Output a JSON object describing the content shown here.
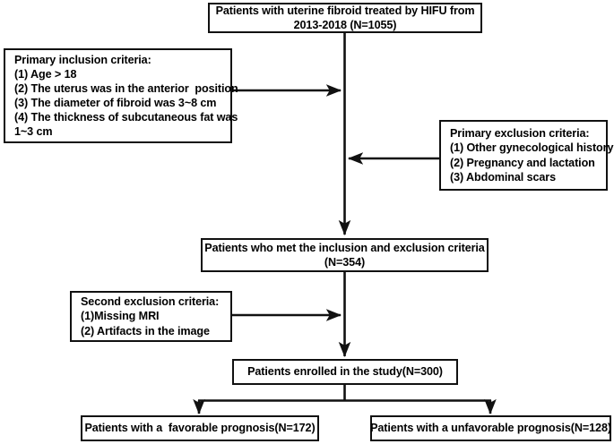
{
  "diagram": {
    "title": "Patient flow diagram for uterine fibroid HIFU study",
    "type": "flowchart",
    "line_color": "#111111",
    "box_fill": "#ffffff",
    "text_color": "#000000"
  },
  "nodes": {
    "cohort": {
      "lines": [
        "Patients with uterine fibroid treated by HIFU from",
        "2013-2018 (N=1055)"
      ]
    },
    "inclusion": {
      "lines": [
        "Primary inclusion criteria:",
        "(1) Age > 18",
        "(2) The uterus was in the anterior  position",
        "(3) The diameter of fibroid was 3~8 cm",
        "(4) The thickness of subcutaneous fat was",
        "1~3 cm"
      ]
    },
    "exclusion": {
      "lines": [
        "Primary exclusion criteria:",
        "(1) Other gynecological history",
        "(2) Pregnancy and lactation",
        "(3) Abdominal scars"
      ]
    },
    "met_criteria": {
      "lines": [
        "Patients who met the inclusion and exclusion criteria",
        "(N=354)"
      ]
    },
    "second_exclusion": {
      "lines": [
        "Second exclusion criteria:",
        "(1)Missing MRI",
        "(2) Artifacts in the image"
      ]
    },
    "enrolled": {
      "lines": [
        "Patients enrolled in the study(N=300)"
      ]
    },
    "favorable": {
      "lines": [
        "Patients with a  favorable prognosis(N=172)"
      ]
    },
    "unfavorable": {
      "lines": [
        "Patients with a unfavorable prognosis(N=128)"
      ]
    }
  },
  "counts": {
    "initial_cohort": 1055,
    "met_criteria": 354,
    "enrolled": 300,
    "favorable_prognosis": 172,
    "unfavorable_prognosis": 128,
    "study_period": "2013-2018"
  }
}
